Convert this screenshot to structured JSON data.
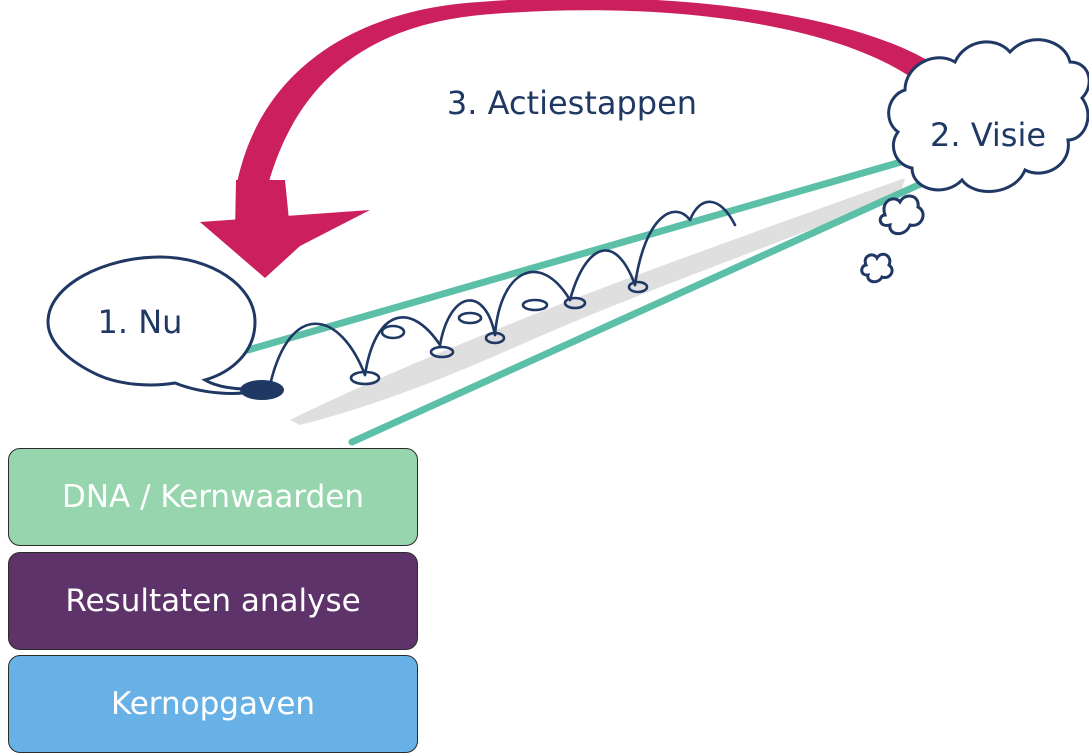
{
  "labels": {
    "now": "1. Nu",
    "vision": "2. Visie",
    "action_steps": "3. Actiestappen"
  },
  "blocks": [
    {
      "label": "DNA / Kernwaarden",
      "color": "#96d5ad"
    },
    {
      "label": "Resultaten analyse",
      "color": "#5d336a"
    },
    {
      "label": "Kernopgaven",
      "color": "#68b1e6"
    }
  ],
  "colors": {
    "arrow": "#cc1f5e",
    "road_edges": "#5cc0a8",
    "road_fill": "#d9d9d9",
    "outline": "#1f3864",
    "text": "#1f3864"
  }
}
